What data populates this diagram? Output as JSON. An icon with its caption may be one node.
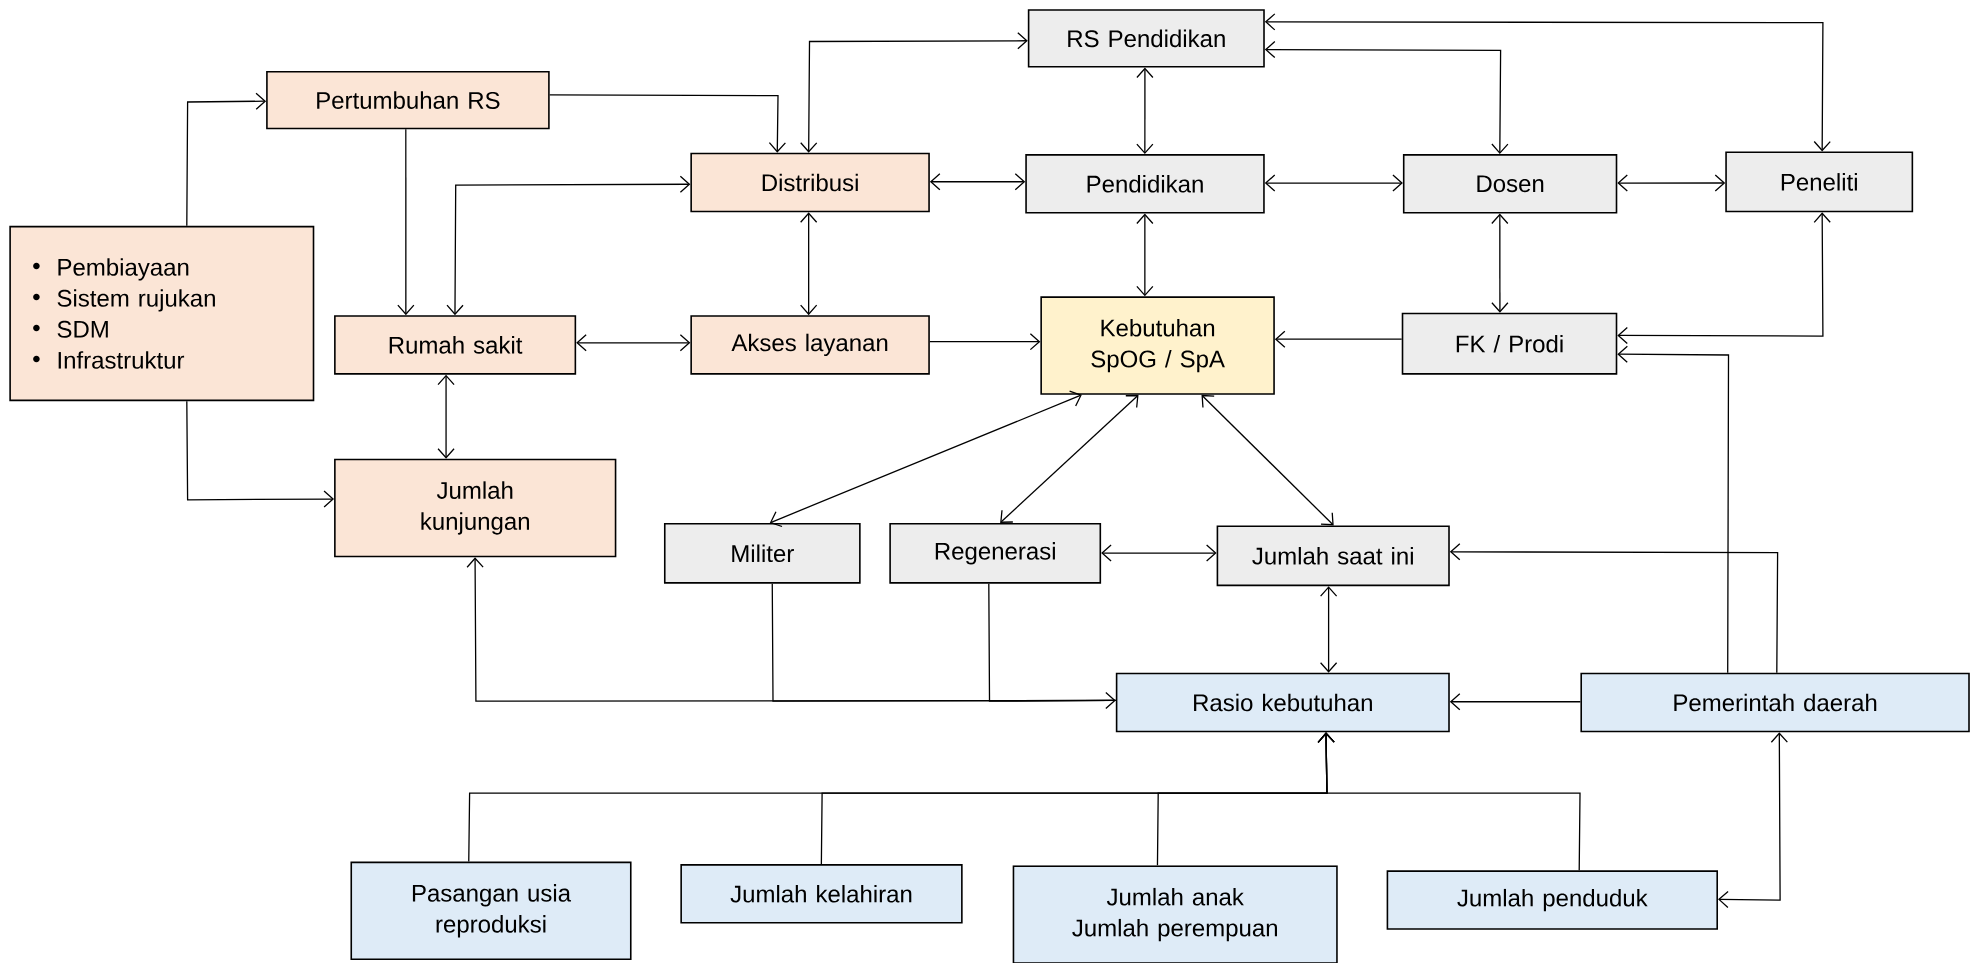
{
  "diagram": {
    "nodes": [
      {
        "text": [
          "Pertumbuhan RS"
        ]
      },
      {
        "text": [
          "Pembiayaan",
          "Sistem rujukan",
          "SDM",
          "Infrastruktur"
        ]
      },
      {
        "text": [
          "Distribusi"
        ]
      },
      {
        "text": [
          "RS Pendidikan"
        ]
      },
      {
        "text": [
          "Pendidikan"
        ]
      },
      {
        "text": [
          "Dosen"
        ]
      },
      {
        "text": [
          "Peneliti"
        ]
      },
      {
        "text": [
          "Rumah sakit"
        ]
      },
      {
        "text": [
          "Akses layanan"
        ]
      },
      {
        "text": [
          "Kebutuhan SpOG / SpA"
        ]
      },
      {
        "text": [
          "FK / Prodi"
        ]
      },
      {
        "text": [
          "Jumlah kunjungan"
        ]
      },
      {
        "text": [
          "Militer"
        ]
      },
      {
        "text": [
          "Regenerasi"
        ]
      },
      {
        "text": [
          "Jumlah saat ini"
        ]
      },
      {
        "text": [
          "Rasio kebutuhan"
        ]
      },
      {
        "text": [
          "Pemerintah daerah"
        ]
      },
      {
        "text": [
          "Pasangan usia reproduksi"
        ]
      },
      {
        "text": [
          "Jumlah kelahiran"
        ]
      },
      {
        "text": [
          "Jumlah anak",
          "Jumlah perempuan"
        ]
      },
      {
        "text": [
          "Jumlah penduduk"
        ]
      }
    ],
    "edges": [
      {
        "from": 1,
        "to": 0,
        "arrow": "to"
      },
      {
        "from": 1,
        "to": 11,
        "arrow": "to"
      },
      {
        "from": 0,
        "to": 2,
        "arrow": "to"
      },
      {
        "from": 0,
        "to": 7,
        "arrow": "to"
      },
      {
        "from": 7,
        "to": 2,
        "arrow": "both"
      },
      {
        "from": 2,
        "to": 3,
        "arrow": "both"
      },
      {
        "from": 3,
        "to": 4,
        "arrow": "both"
      },
      {
        "from": 3,
        "to": 5,
        "arrow": "both"
      },
      {
        "from": 3,
        "to": 6,
        "arrow": "both"
      },
      {
        "from": 2,
        "to": 4,
        "arrow": "both"
      },
      {
        "from": 4,
        "to": 5,
        "arrow": "both"
      },
      {
        "from": 5,
        "to": 6,
        "arrow": "both"
      },
      {
        "from": 2,
        "to": 8,
        "arrow": "both"
      },
      {
        "from": 4,
        "to": 9,
        "arrow": "both"
      },
      {
        "from": 5,
        "to": 10,
        "arrow": "both"
      },
      {
        "from": 10,
        "to": 6,
        "arrow": "both"
      },
      {
        "from": 7,
        "to": 8,
        "arrow": "both"
      },
      {
        "from": 8,
        "to": 9,
        "arrow": "to"
      },
      {
        "from": 10,
        "to": 9,
        "arrow": "to"
      },
      {
        "from": 7,
        "to": 11,
        "arrow": "both"
      },
      {
        "from": 9,
        "to": 12,
        "arrow": "both"
      },
      {
        "from": 9,
        "to": 13,
        "arrow": "both"
      },
      {
        "from": 9,
        "to": 14,
        "arrow": "both"
      },
      {
        "from": 13,
        "to": 14,
        "arrow": "both"
      },
      {
        "from": 14,
        "to": 15,
        "arrow": "both"
      },
      {
        "from": 16,
        "to": 15,
        "arrow": "to"
      },
      {
        "from": 16,
        "to": 10,
        "arrow": "to"
      },
      {
        "from": 16,
        "to": 14,
        "arrow": "to"
      },
      {
        "from": 20,
        "to": 16,
        "arrow": "both"
      },
      {
        "from": 11,
        "to": 15,
        "arrow": "both"
      },
      {
        "from": 12,
        "to": 15,
        "arrow": "to"
      },
      {
        "from": 13,
        "to": 15,
        "arrow": "to"
      },
      {
        "from": 17,
        "to": 15,
        "arrow": "to"
      },
      {
        "from": 18,
        "to": 15,
        "arrow": "to"
      },
      {
        "from": 19,
        "to": 15,
        "arrow": "to"
      },
      {
        "from": 20,
        "to": 15,
        "arrow": "to"
      }
    ]
  }
}
